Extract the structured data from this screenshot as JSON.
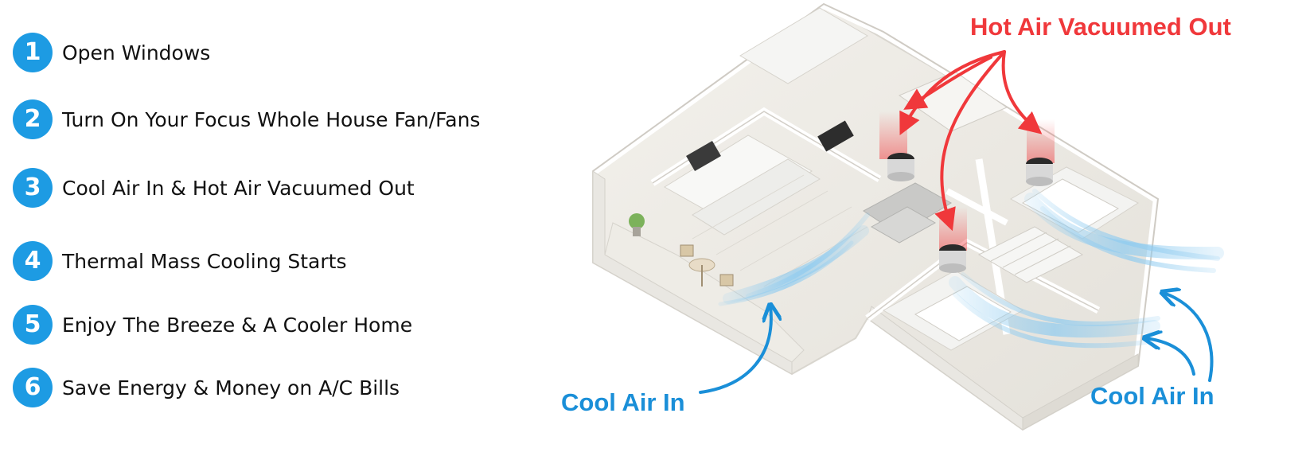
{
  "steps": [
    {
      "number": "1",
      "text": "Open Windows"
    },
    {
      "number": "2",
      "text": "Turn On Your Focus Whole House Fan/Fans"
    },
    {
      "number": "3",
      "text": "Cool Air In & Hot Air Vacuumed Out"
    },
    {
      "number": "4",
      "text": "Thermal Mass Cooling Starts"
    },
    {
      "number": "5",
      "text": "Enjoy The Breeze & A Cooler Home"
    },
    {
      "number": "6",
      "text": "Save Energy & Money on A/C Bills"
    }
  ],
  "labels": {
    "hot_air": "Hot Air Vacuumed Out",
    "cool_air_left": "Cool Air In",
    "cool_air_right": "Cool Air In"
  },
  "colors": {
    "badge": "#1d9be3",
    "hot_arrow": "#f0383b",
    "cool_arrow": "#1a8fd8",
    "airflow": "#8ecbf0"
  }
}
